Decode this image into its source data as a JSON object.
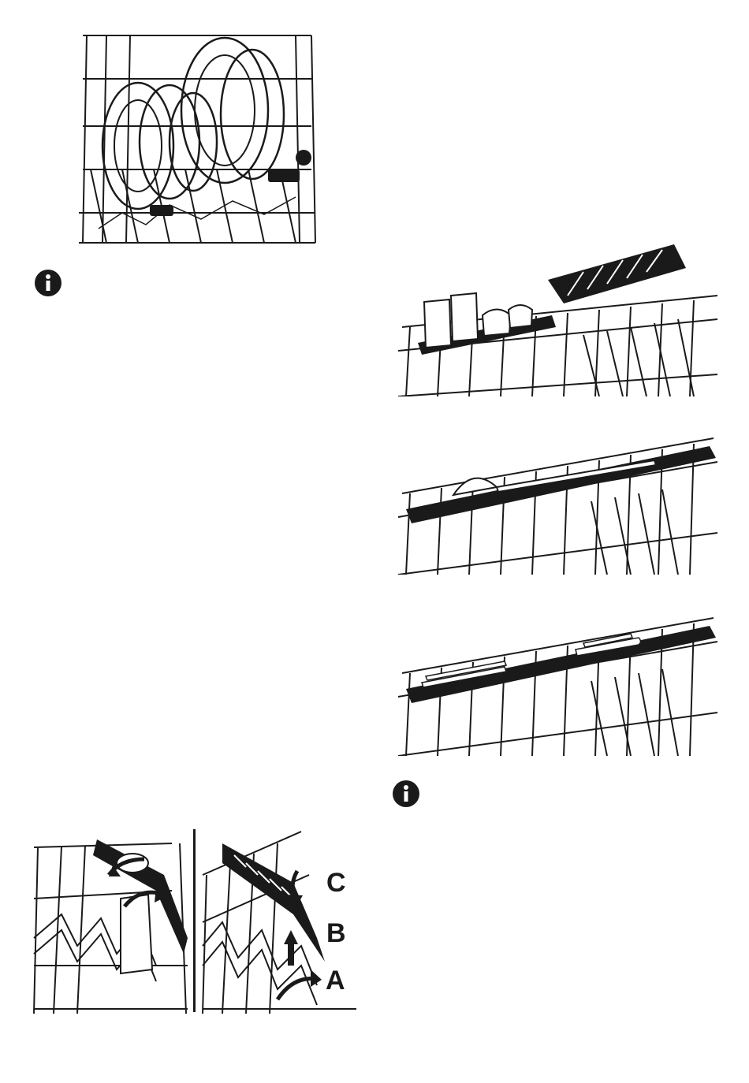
{
  "figures": [
    {
      "name": "plates-in-lower-basket",
      "icon": "plate-rack-illustration"
    },
    {
      "name": "cup-rack-with-cups",
      "icon": "cup-rack-illustration"
    },
    {
      "name": "cup-rack-with-ladle",
      "icon": "ladle-rack-illustration"
    },
    {
      "name": "cup-rack-with-knives",
      "icon": "knife-rack-illustration"
    },
    {
      "name": "cup-rack-fold-step",
      "icon": "fold-rack-illustration"
    },
    {
      "name": "cup-rack-adjust-step",
      "icon": "adjust-rack-illustration"
    }
  ],
  "info_icons": [
    "info-icon",
    "info-icon"
  ],
  "callouts": {
    "a": "A",
    "b": "B",
    "c": "C"
  },
  "colors": {
    "ink": "#1a1a1a",
    "paper": "#ffffff"
  }
}
